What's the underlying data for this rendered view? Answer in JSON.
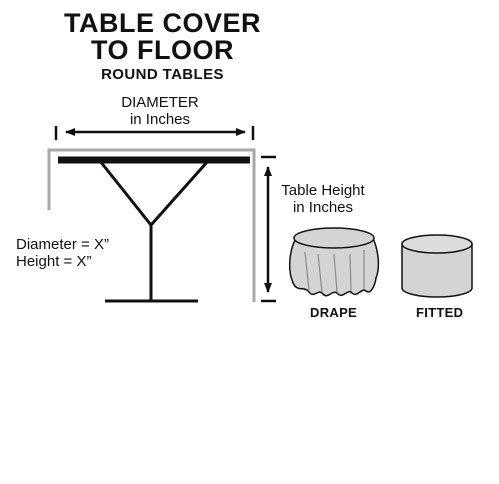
{
  "title": {
    "line1": "TABLE COVER",
    "line2": "TO FLOOR",
    "subtitle": "ROUND TABLES"
  },
  "diameter_label": {
    "line1": "DIAMETER",
    "line2": "in Inches"
  },
  "height_label": {
    "line1": "Table Height",
    "line2": "in Inches"
  },
  "formula": {
    "diameter": "Diameter = X”",
    "height": "Height = X”"
  },
  "styles": {
    "drape_label": "DRAPE",
    "fitted_label": "FITTED"
  },
  "colors": {
    "ink": "#111111",
    "cover_outline": "#a8a8a8",
    "cloth_fill": "#d4d4d4",
    "cloth_shade": "#b5b5b5"
  }
}
